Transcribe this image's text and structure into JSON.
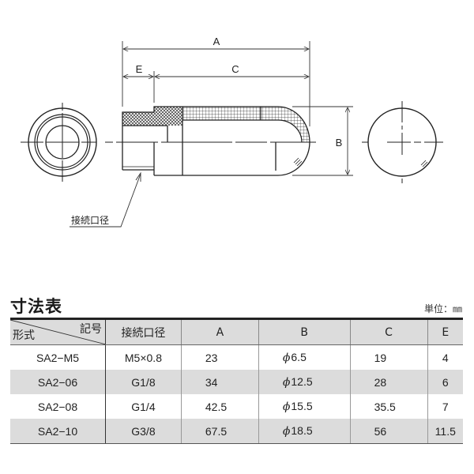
{
  "drawing": {
    "dimension_labels": {
      "A": "A",
      "C": "C",
      "E": "E",
      "B": "B"
    },
    "callout": "接続口径",
    "views": [
      "end-view-port",
      "side-section-view",
      "end-view-dome"
    ]
  },
  "table_section": {
    "title": "寸法表",
    "unit": "単位：㎜",
    "header": {
      "corner_row_label": "形式",
      "corner_col_label": "記号",
      "columns": [
        "接続口径",
        "A",
        "B",
        "C",
        "E"
      ]
    },
    "rows": [
      {
        "model": "SA2−M5",
        "port": "M5×0.8",
        "A": "23",
        "B_phi": "ϕ",
        "B": "6.5",
        "C": "19",
        "E": "4"
      },
      {
        "model": "SA2−06",
        "port": "G1/8",
        "A": "34",
        "B_phi": "ϕ",
        "B": "12.5",
        "C": "28",
        "E": "6"
      },
      {
        "model": "SA2−08",
        "port": "G1/4",
        "A": "42.5",
        "B_phi": "ϕ",
        "B": "15.5",
        "C": "35.5",
        "E": "7"
      },
      {
        "model": "SA2−10",
        "port": "G3/8",
        "A": "67.5",
        "B_phi": "ϕ",
        "B": "18.5",
        "C": "56",
        "E": "11.5"
      }
    ],
    "colors": {
      "header_bg": "#dcdcdc",
      "stripe_bg": "#dcdcdc",
      "rule": "#222222"
    }
  }
}
